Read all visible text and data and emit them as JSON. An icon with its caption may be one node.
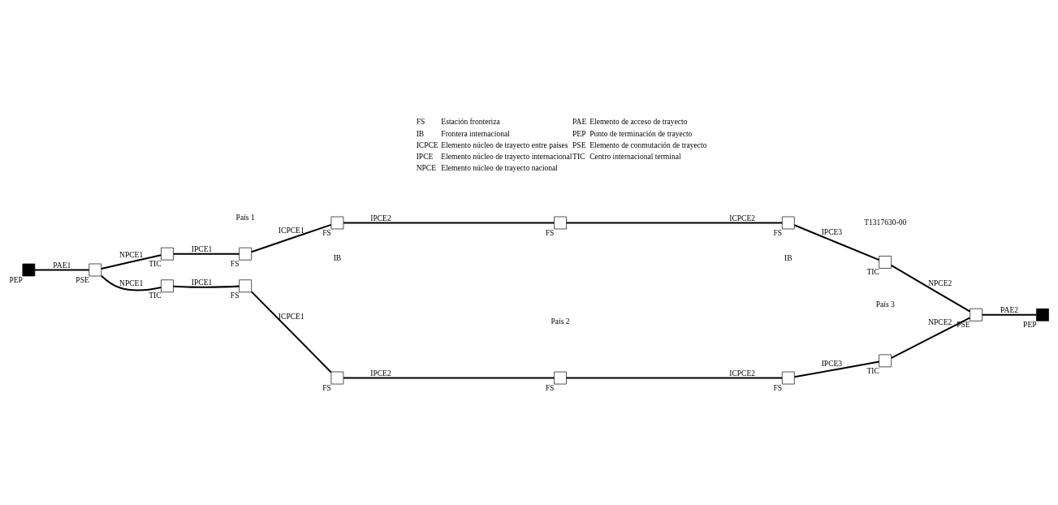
{
  "diagram": {
    "nodes": [
      {
        "text": [],
        "shape": "box",
        "beside": [
          "PEP"
        ]
      },
      {
        "text": [],
        "shape": "box",
        "beside": [
          "PSE"
        ]
      },
      {
        "text": [],
        "shape": "box",
        "beside": [
          "TIC"
        ]
      },
      {
        "text": [],
        "shape": "box",
        "beside": [
          "FS"
        ]
      },
      {
        "text": [],
        "shape": "box",
        "beside": [
          "FS"
        ]
      },
      {
        "text": [],
        "shape": "box",
        "beside": [
          "FS"
        ]
      },
      {
        "text": [],
        "shape": "box",
        "beside": [
          "FS"
        ]
      },
      {
        "text": [],
        "shape": "box",
        "beside": [
          "TIC"
        ]
      },
      {
        "text": [],
        "shape": "box",
        "beside": [
          "PSE"
        ]
      },
      {
        "text": [],
        "shape": "box",
        "beside": [
          "PEP"
        ]
      },
      {
        "text": [],
        "shape": "box",
        "beside": [
          "TIC"
        ]
      },
      {
        "text": [],
        "shape": "box",
        "beside": [
          "FS"
        ]
      },
      {
        "text": [],
        "shape": "box",
        "beside": [
          "FS"
        ]
      },
      {
        "text": [],
        "shape": "box",
        "beside": [
          "FS"
        ]
      },
      {
        "text": [],
        "shape": "box",
        "beside": [
          "FS"
        ]
      },
      {
        "text": [],
        "shape": "box",
        "beside": [
          "TIC"
        ]
      }
    ],
    "edges": [
      {
        "from": 0,
        "to": 1,
        "arrow": "none",
        "label": "PAE1"
      },
      {
        "from": 1,
        "to": 2,
        "arrow": "none",
        "label": "NPCE1"
      },
      {
        "from": 2,
        "to": 3,
        "arrow": "none",
        "label": "IPCE1"
      },
      {
        "from": 3,
        "to": 4,
        "arrow": "none",
        "label": "ICPCE1"
      },
      {
        "from": 4,
        "to": 5,
        "arrow": "none",
        "label": "IPCE2"
      },
      {
        "from": 5,
        "to": 6,
        "arrow": "none",
        "label": "ICPCE2"
      },
      {
        "from": 6,
        "to": 7,
        "arrow": "none",
        "label": "IPCE3"
      },
      {
        "from": 7,
        "to": 8,
        "arrow": "none",
        "label": "NPCE2"
      },
      {
        "from": 8,
        "to": 9,
        "arrow": "none",
        "label": "PAE2"
      },
      {
        "from": 1,
        "to": 10,
        "arrow": "none",
        "label": "NPCE1"
      },
      {
        "from": 10,
        "to": 11,
        "arrow": "none",
        "label": "IPCE1"
      },
      {
        "from": 11,
        "to": 12,
        "arrow": "none",
        "label": "ICPCE1"
      },
      {
        "from": 12,
        "to": 13,
        "arrow": "none",
        "label": "IPCE2"
      },
      {
        "from": 13,
        "to": 14,
        "arrow": "none",
        "label": "ICPCE2"
      },
      {
        "from": 14,
        "to": 15,
        "arrow": "none",
        "label": "IPCE3"
      },
      {
        "from": 15,
        "to": 8,
        "arrow": "none",
        "label": "NPCE2"
      }
    ],
    "labels": [
      "IB",
      "IB",
      "País 1",
      "País 2",
      "País 3",
      "T1317630-00",
      "FS",
      "Estación fronteriza",
      "PAE",
      "Elemento de acceso de trayecto",
      "IB",
      "Frontera internacional",
      "PEP",
      "Punto de terminación de trayecto",
      "ICPCE",
      "Elemento núcleo de trayecto entre países",
      "PSE",
      "Elemento de conmutación de trayecto",
      "IPCE",
      "Elemento núcleo de trayecto internacional",
      "TIC",
      "Centro internacional terminal",
      "NPCE",
      "Elemento núcleo de trayecto nacional"
    ]
  }
}
